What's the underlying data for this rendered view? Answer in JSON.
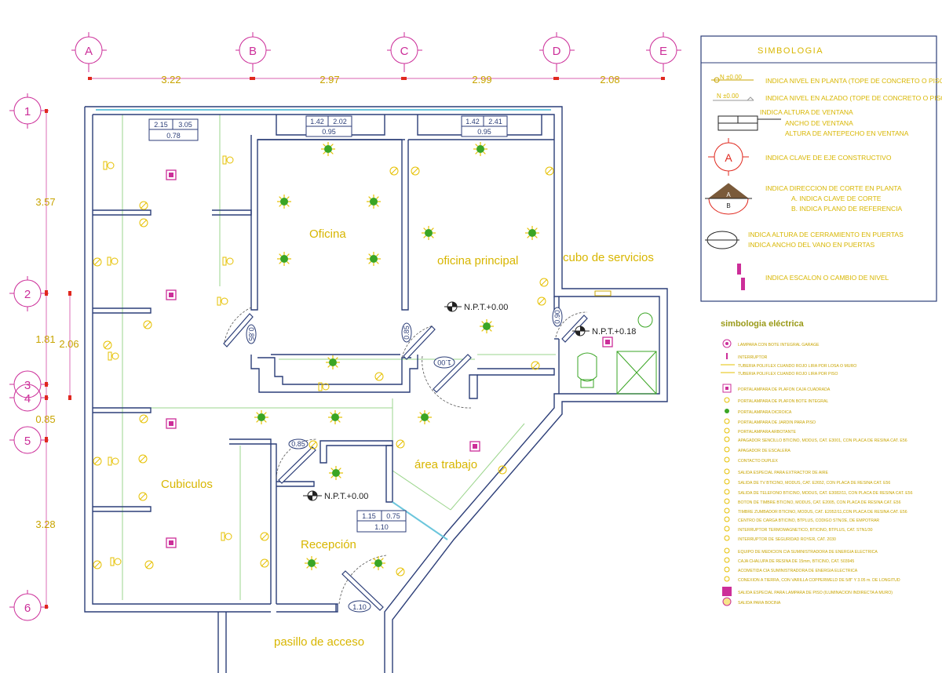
{
  "axes_x": [
    {
      "label": "A"
    },
    {
      "label": "B"
    },
    {
      "label": "C"
    },
    {
      "label": "D"
    },
    {
      "label": "E"
    }
  ],
  "axes_y": [
    {
      "label": "1"
    },
    {
      "label": "2"
    },
    {
      "label": "3"
    },
    {
      "label": "4"
    },
    {
      "label": "5"
    },
    {
      "label": "6"
    }
  ],
  "dims_x": [
    "3.22",
    "2.97",
    "2.99",
    "2.08"
  ],
  "dims_y": [
    "3.57",
    "1.81",
    "0.85",
    "3.28"
  ],
  "dim_y_extra": "2.06",
  "rooms": {
    "oficina": "Oficina",
    "oficina_principal": "oficina principal",
    "cubo": "cubo de servicios",
    "cubiculos": "Cubiculos",
    "area_trabajo": "área trabajo",
    "recepcion": "Recepción",
    "pasillo": "pasillo de acceso"
  },
  "levels": {
    "l1": "N.P.T.+0.00",
    "l2": "N.P.T.+0.18",
    "l3": "N.P.T.+0.00"
  },
  "windows": [
    {
      "ancho": "2.15",
      "alto": "3.05",
      "antepecho": "0.78"
    },
    {
      "ancho": "1.42",
      "alto": "2.02",
      "antepecho": "0.95"
    },
    {
      "ancho": "1.42",
      "alto": "2.41",
      "antepecho": "0.95"
    },
    {
      "ancho": "1.15",
      "alto": "0.75",
      "antepecho": "1.10"
    }
  ],
  "doors": [
    "0.85",
    "0.85",
    "0.90",
    "1.00",
    "0.85",
    "1.10"
  ],
  "legend": {
    "title": "SIMBOLOGIA",
    "n1_tag": "N ±0.00",
    "n1": "INDICA NIVEL EN PLANTA (TOPE DE CONCRETO O PISO)",
    "n2_tag": "N ±0.00",
    "n2": "INDICA NIVEL EN ALZADO (TOPE DE CONCRETO O PISO)",
    "v1": "INDICA ALTURA DE VENTANA",
    "v2": "ANCHO DE VENTANA",
    "v3": "ALTURA DE ANTEPECHO EN VENTANA",
    "eje_letter": "A",
    "eje": "INDICA CLAVE DE EJE CONSTRUCTIVO",
    "corte_a": "A",
    "corte_b": "B",
    "corte1": "INDICA DIRECCION DE CORTE EN PLANTA",
    "corte2": "A.  INDICA CLAVE DE CORTE",
    "corte3": "B.  INDICA PLANO DE REFERENCIA",
    "p1": "INDICA ALTURA DE CERRAMIENTO EN PUERTAS",
    "p2": "INDICA ANCHO DEL VANO EN PUERTAS",
    "esc": "INDICA ESCALON O CAMBIO DE NIVEL"
  },
  "elec": {
    "title": "simbologia eléctrica",
    "items": [
      "LAMPARA CON BOTE INTEGRAL GARAGE",
      "INTERRUPTOR",
      "TUBERIA POLIFLEX CUANDO ROJO LIRA POR LOSA O MURO",
      "TUBERIA POLIFLEX CUANDO ROJO LIRA POR PISO",
      "PORTALAMPARA DE PLAFON CAJA CUADRADA",
      "PORTALAMPARA DE PLAFON BOTE INTEGRAL",
      "PORTALAMPARA DICROICA",
      "PORTALAMPARA DE JARDIN PARA PISO",
      "PORTALAMPARA ARBOTANTE",
      "APAGADOR SENCILLO BTICINO, MODUS, CAT. E3001, CON PLACA DE RESINA CAT. E56",
      "APAGADOR DE ESCALERA",
      "CONTACTO DUPLEX",
      "SALIDA ESPECIAL PARA EXTRACTOR DE AIRE",
      "SALIDA DE TV BTICINO, MODUS, CAT. E2652, CON PLACA DE RESINA CAT. E56",
      "SALIDA DE TELEFONO BTICINO, MODUS, CAT. E3082/11, CON PLACA DE RESINA CAT. E56",
      "BOTON DE TIMBRE BTICINO, MODUS, CAT. E2005, CON PLACA DE RESINA CAT. E56",
      "TIMBRE ZUMBADOR BTICINO, MODUS, CAT. E2052/11,CON PLACA DE RESINA CAT. E56",
      "CENTRO DE CARGA BTICINO, BTPLUS, CODIGO STN/2E, DE EMPOTRAR",
      "INTERRUPTOR TERMOMAGNETICO, BTICINO, BTPLUS, CAT. STN1/30",
      "INTERRUPTOR DE SEGURIDAD ROYER, CAT. 2030",
      "EQUIPO DE MEDICION CIA SUMINISTRADORA DE ENERGIA ELECTRICA",
      "CAJA CHALUPA DE RESINA DE 15mm, BTICINO, CAT. 503945",
      "ACOMETIDA CIA SUMINISTRADORA DE ENERGIA ELECTRICA",
      "CONEXION A TIERRA, CON VARILLA COPPERWELD DE 5/8\" Y 3.05 m. DE LONGITUD",
      "SALIDA ESPECIAL PARA LAMPARA DE PISO (ILUMINACION INDIRECTA A MURO)",
      "SALIDA PARA BOCINA"
    ]
  },
  "colors": {
    "axis": "#cc2e99",
    "wall": "#2c3e78",
    "yellow": "#e6c000",
    "green": "#3aa524",
    "red": "#e0281e",
    "cyan": "#6cc6dc",
    "olive": "#9a9a18",
    "light_green": "#9bd58c"
  }
}
